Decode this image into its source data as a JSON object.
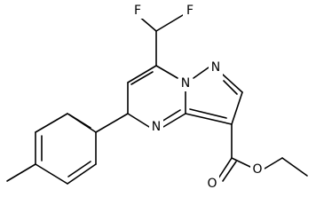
{
  "atoms": {
    "F1": "F",
    "F2": "F",
    "N1": "N",
    "N2": "N",
    "N3": "N",
    "O1": "O",
    "O2": "O"
  },
  "colors": {
    "bond": "#000000",
    "text": "#000000",
    "background": "#ffffff"
  }
}
